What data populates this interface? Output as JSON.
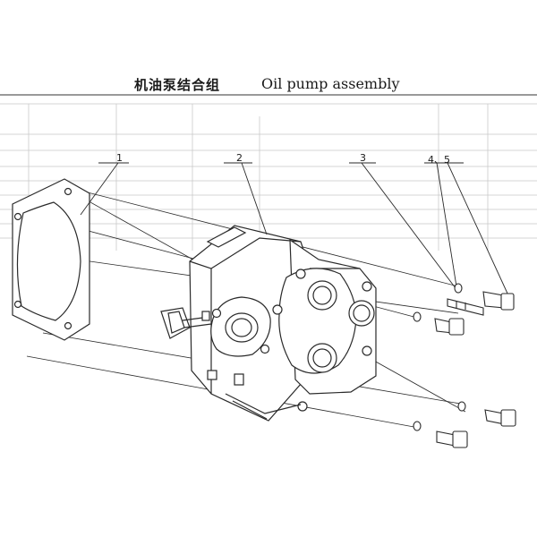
{
  "title": {
    "chinese": "机油泵结合组",
    "english": "Oil pump assembly"
  },
  "callouts": [
    {
      "id": "gasket",
      "label": "1"
    },
    {
      "id": "pump-body",
      "label": "2"
    },
    {
      "id": "stud",
      "label": "3"
    },
    {
      "id": "bolt-washer",
      "label": "4、5"
    }
  ],
  "colors": {
    "line": "#2a2a2a",
    "faint": "#b5b5b5",
    "paper": "#ffffff"
  }
}
